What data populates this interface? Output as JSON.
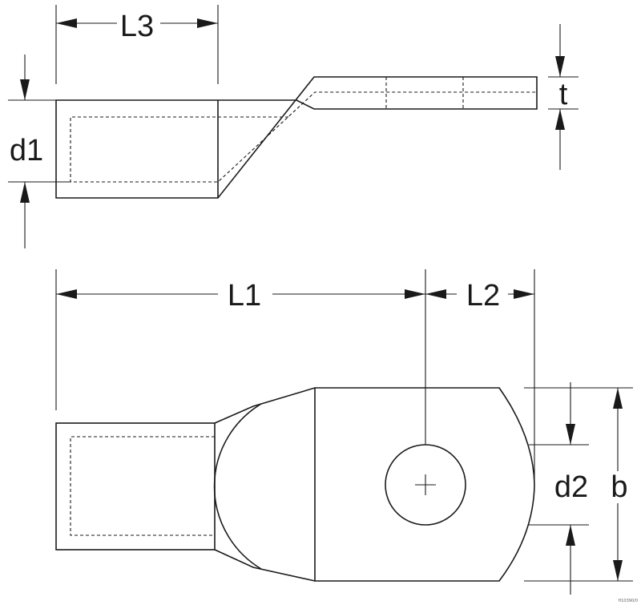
{
  "labels": {
    "l3": "L3",
    "d1": "d1",
    "t": "t",
    "l1": "L1",
    "l2": "L2",
    "d2": "d2",
    "b": "b"
  },
  "image_code": "H10390/0"
}
